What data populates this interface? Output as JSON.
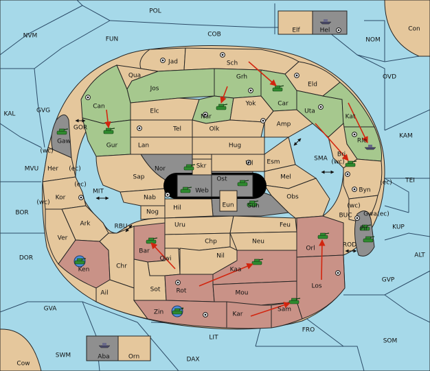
{
  "colors": {
    "sea": "#a6d9e9",
    "land": "#e5c79c",
    "green": "#a6c88e",
    "red": "#c99287",
    "grey": "#8f8f8f",
    "border": "#222222",
    "arrow": "#d2250f",
    "army": "#2f8a2f",
    "fleet": "#4a4a6a"
  },
  "labels": {
    "POL": "POL",
    "NVM": "NVM",
    "FUN": "FUN",
    "COB": "COB",
    "NOM": "NOM",
    "Con": "Con",
    "Elf": "Elf",
    "Hel": "Hel",
    "OVD": "OVD",
    "KAM": "KAM",
    "TEI": "TEI",
    "KUP": "KUP",
    "ALT": "ALT",
    "GVP": "GVP",
    "SOM": "SOM",
    "FRO": "FRO",
    "LIT": "LIT",
    "DAX": "DAX",
    "SWM": "SWM",
    "Cow": "Cow",
    "Aba": "Aba",
    "Orn": "Orn",
    "GVA": "GVA",
    "DOR": "DOR",
    "BOR": "BOR",
    "MVU": "MVU",
    "KAL": "KAL",
    "GVG": "GVG",
    "GOR": "GOR",
    "MIT": "MIT",
    "RBU": "RBU",
    "SMA": "SMA",
    "BUC": "BUC",
    "ROD": "ROD",
    "Jad": "Jad",
    "Sch": "Sch",
    "Qua": "Qua",
    "Jos": "Jos",
    "Grh": "Grh",
    "Eld": "Eld",
    "Car": "Car",
    "Can": "Can",
    "Elc": "Elc",
    "Nar": "Nar",
    "Yok": "Yok",
    "Uta": "Uta",
    "Kat": "Kat",
    "Tel": "Tel",
    "Olk": "Olk",
    "Amp": "Amp",
    "Gur": "Gur",
    "Lan": "Lan",
    "Hug": "Hug",
    "Rle": "Rle",
    "Gaw": "Gaw",
    "Nor": "Nor",
    "Skr": "Skr",
    "Vil": "Vil",
    "Esm": "Esm",
    "Bri": "Bri",
    "Her": "Her",
    "Sap": "Sap",
    "Ost": "Ost",
    "Web": "Web",
    "Mel": "Mel",
    "Byn": "Byn",
    "Kor": "Kor",
    "Nab": "Nab",
    "Eun": "Eun",
    "Sun": "Sun",
    "Obs": "Obs",
    "Gwa": "Gwa",
    "Hil": "Hil",
    "Nog": "Nog",
    "Ark": "Ark",
    "Uru": "Uru",
    "Feu": "Feu",
    "Pir": "Pir",
    "Ver": "Ver",
    "Bar": "Bar",
    "Chp": "Chp",
    "Neu": "Neu",
    "Orl": "Orl",
    "Qwi": "Qwi",
    "Nil": "Nil",
    "Ken": "Ken",
    "Chr": "Chr",
    "Kaa": "Kaa",
    "Sot": "Sot",
    "Rot": "Rot",
    "Los": "Los",
    "Ail": "Ail",
    "Mou": "Mou",
    "Zin": "Zin",
    "Kar": "Kar",
    "Sam": "Sam",
    "wc": "(wc)",
    "ec": "(ec)"
  }
}
